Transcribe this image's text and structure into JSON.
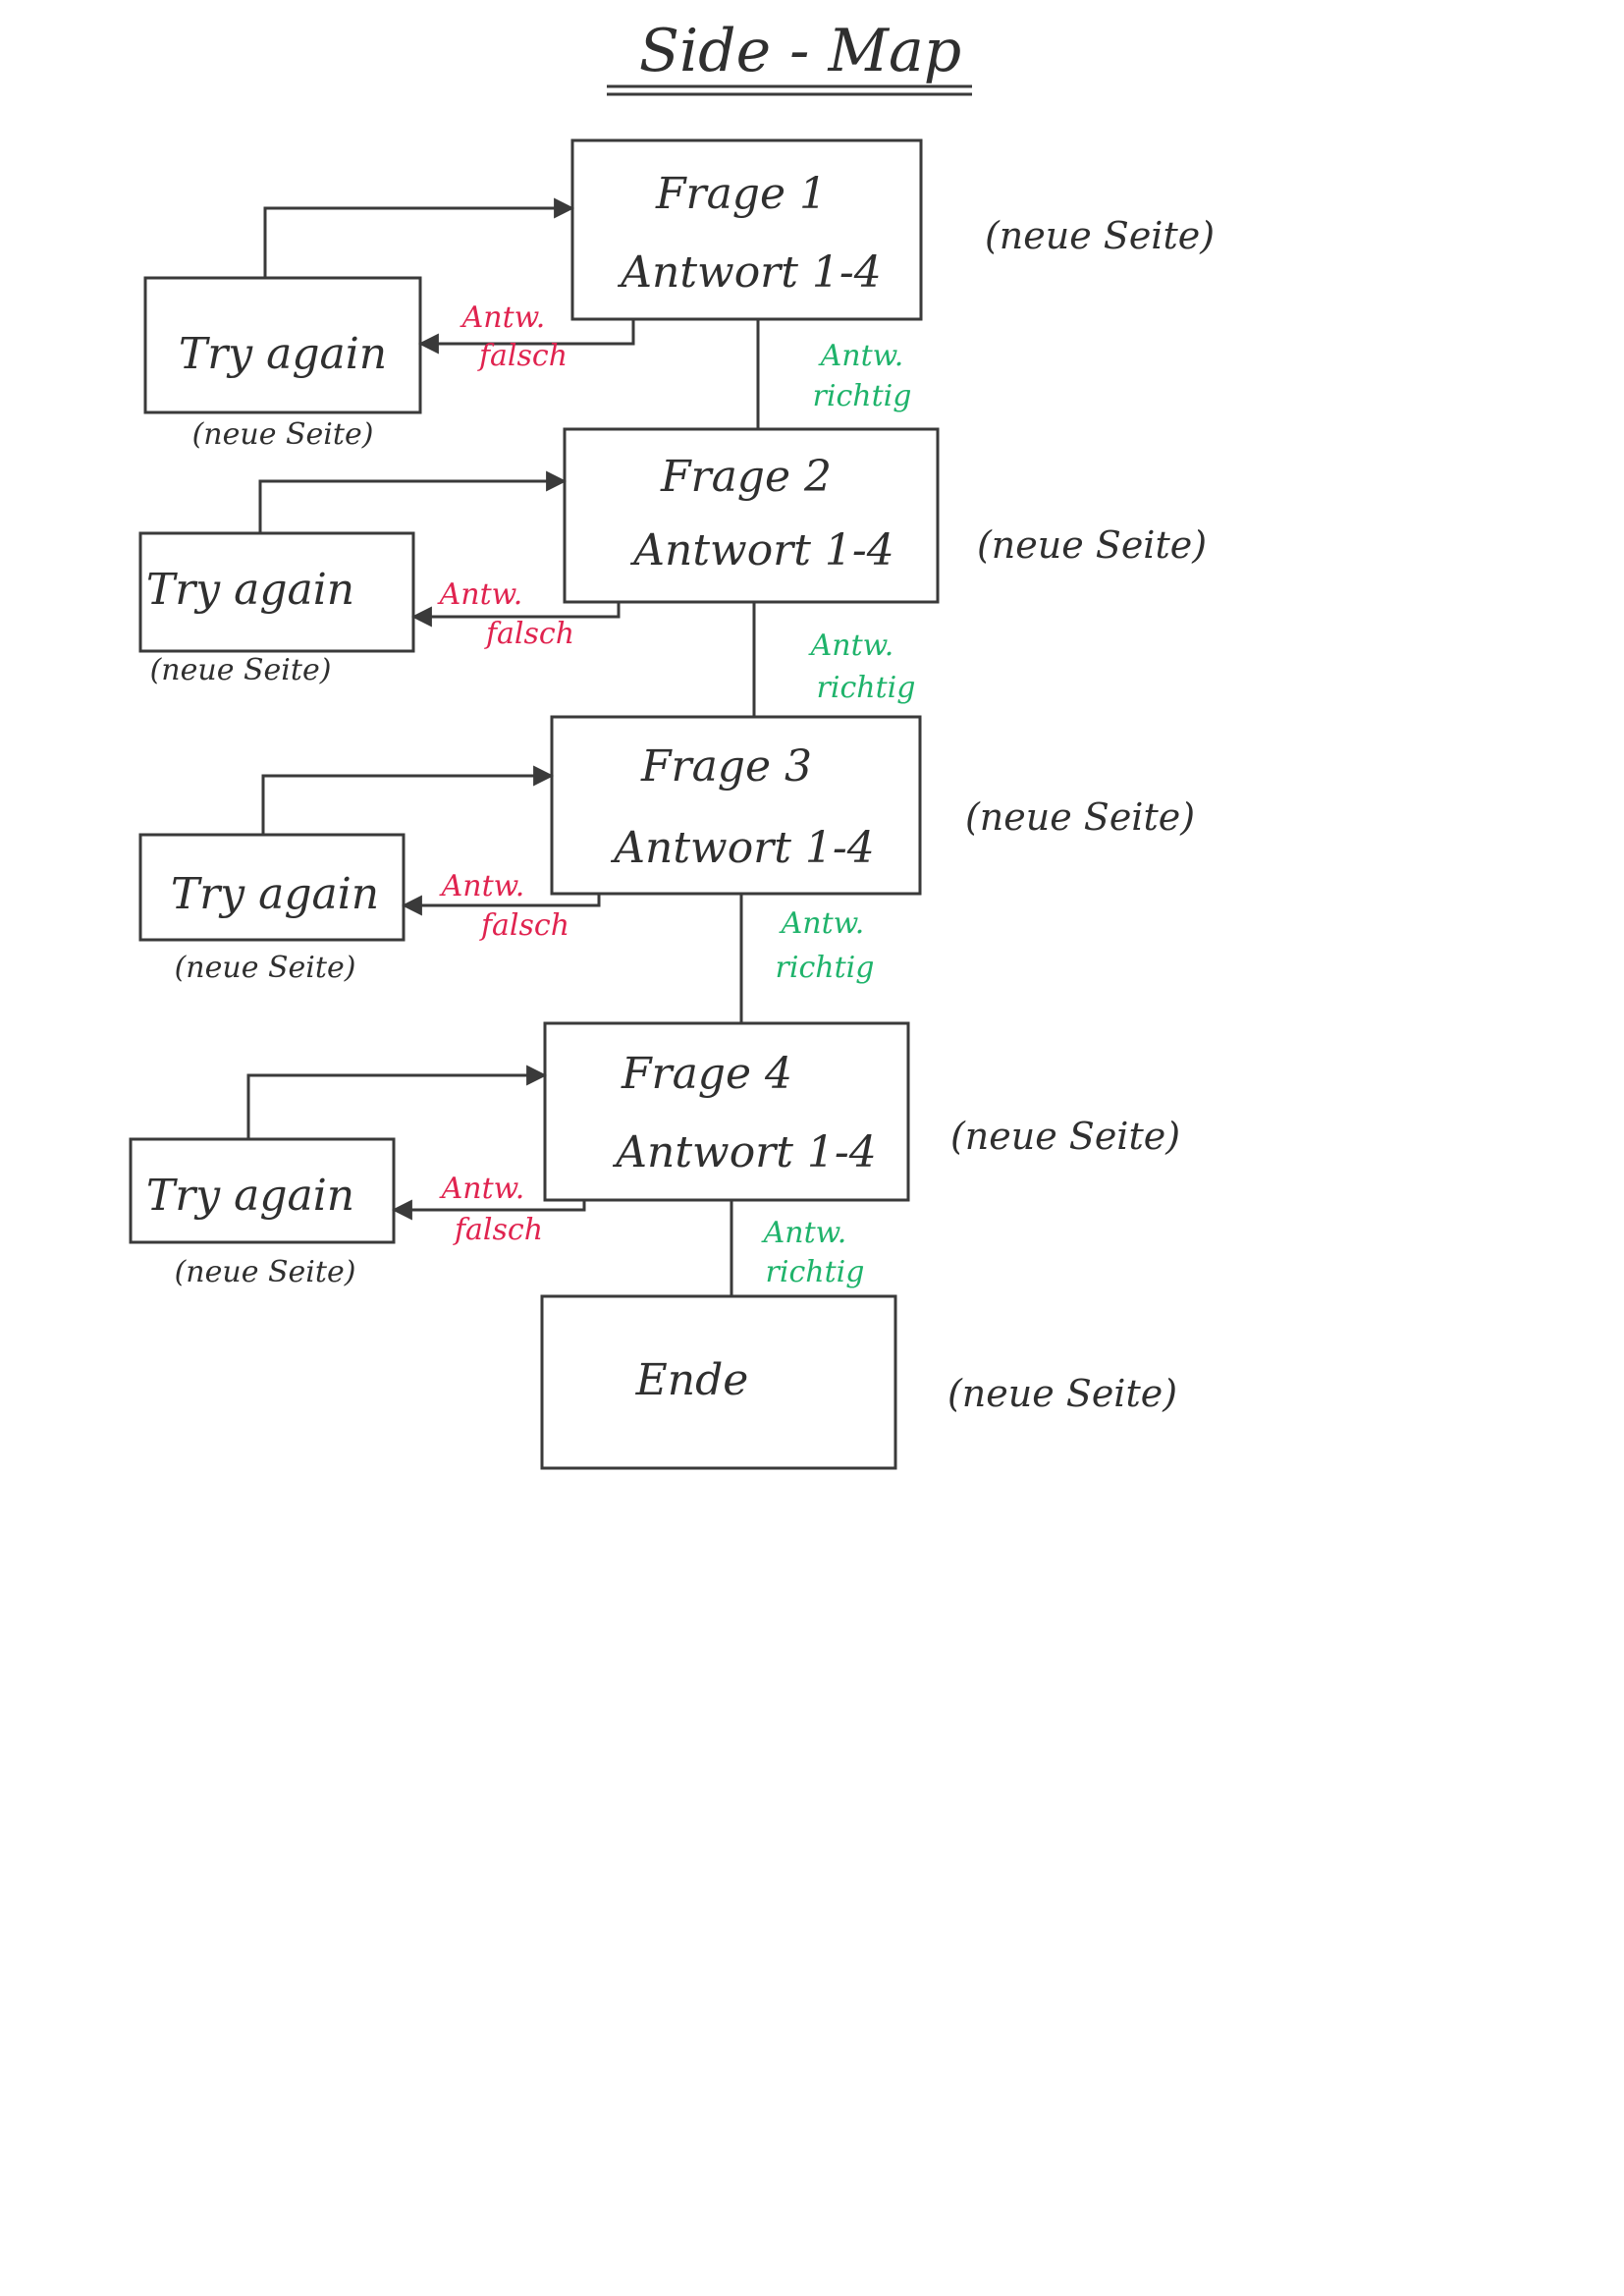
{
  "title": "Side - Map",
  "page_label": "(neue Seite)",
  "questions": [
    {
      "frage": "Frage 1",
      "antwort": "Antwort 1-4"
    },
    {
      "frage": "Frage 2",
      "antwort": "Antwort 1-4"
    },
    {
      "frage": "Frage 3",
      "antwort": "Antwort 1-4"
    },
    {
      "frage": "Frage 4",
      "antwort": "Antwort 1-4"
    }
  ],
  "retry_label": "Try again",
  "end_label": "Ende",
  "wrong_label": {
    "line1": "Antw.",
    "line2": "falsch"
  },
  "right_label": {
    "line1": "Antw.",
    "line2": "richtig"
  },
  "colors": {
    "ink": "#3a3a3a",
    "wrong": "#e0234f",
    "right": "#1fb36b"
  }
}
